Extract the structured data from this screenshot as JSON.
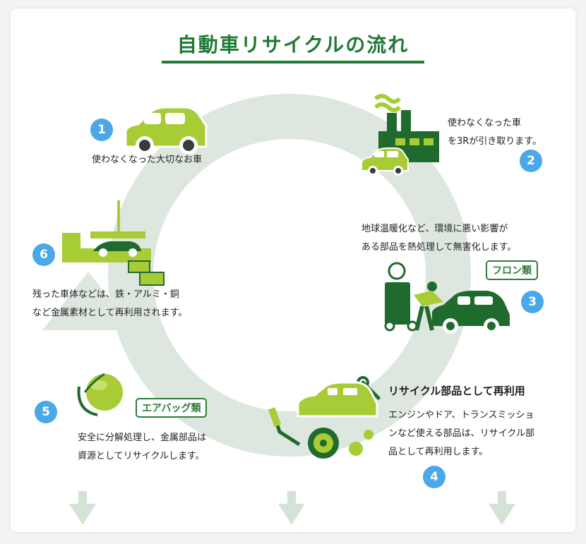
{
  "title": "自動車リサイクルの流れ",
  "colors": {
    "title_green": "#1f7a36",
    "light_green": "#a8cc36",
    "dark_green": "#1f6b2e",
    "badge_blue": "#4aa8e8",
    "cycle_gray": "#dde6df"
  },
  "steps": [
    {
      "num": "1",
      "lines": [
        "使わなくなった大切なお車"
      ]
    },
    {
      "num": "2",
      "lines": [
        "使わなくなった車",
        "を3Rが引き取ります。"
      ]
    },
    {
      "num": "3",
      "tag": "フロン類",
      "lines": [
        "地球温暖化など、環境に悪い影響が",
        "ある部品を熱処理して無害化します。"
      ]
    },
    {
      "num": "4",
      "heading": "リサイクル部品として再利用",
      "lines": [
        "エンジンやドア、トランスミッショ",
        "ンなど使える部品は、リサイクル部",
        "品として再利用します。"
      ]
    },
    {
      "num": "5",
      "tag": "エアバッグ類",
      "lines": [
        "安全に分解処理し、金属部品は",
        "資源としてリサイクルします。"
      ]
    },
    {
      "num": "6",
      "lines": [
        "残った車体などは、鉄・アルミ・銅",
        "など金属素材として再利用されます。"
      ]
    }
  ],
  "icons": [
    "car-icon",
    "factory-icon",
    "mechanic-icon",
    "wrench-icon",
    "parts-icon",
    "airbag-icon",
    "crane-icon",
    "down-arrow-icon"
  ]
}
